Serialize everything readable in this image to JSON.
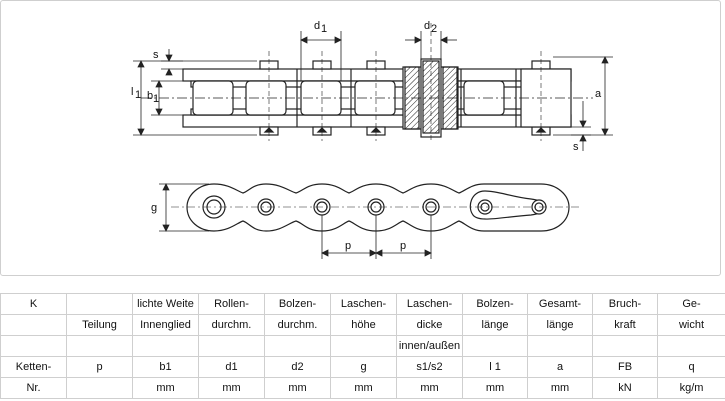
{
  "drawing": {
    "labels": {
      "d1": "d",
      "d1_sub": "1",
      "d2": "d",
      "d2_sub": "2",
      "s_top": "s",
      "l1": "l",
      "l1_sub": "1",
      "b1": "b",
      "b1_sub": "1",
      "a": "a",
      "s_bottom": "s",
      "g": "g",
      "p_left": "p",
      "p_right": "p"
    }
  },
  "table": {
    "rows": [
      [
        "K",
        "",
        "lichte Weite",
        "Rollen-",
        "Bolzen-",
        "Laschen-",
        "Laschen-",
        "Bolzen-",
        "Gesamt-",
        "Bruch-",
        "Ge-"
      ],
      [
        "",
        "Teilung",
        "Innenglied",
        "durchm.",
        "durchm.",
        "höhe",
        "dicke",
        "länge",
        "länge",
        "kraft",
        "wicht"
      ],
      [
        "",
        "",
        "",
        "",
        "",
        "",
        "innen/außen",
        "",
        "",
        "",
        ""
      ],
      [
        "Ketten-",
        "p",
        "b1",
        "d1",
        "d2",
        "g",
        "s1/s2",
        "l 1",
        "a",
        "FB",
        "q"
      ],
      [
        "Nr.",
        "",
        "mm",
        "mm",
        "mm",
        "mm",
        "mm",
        "mm",
        "mm",
        "kN",
        "kg/m"
      ]
    ]
  }
}
